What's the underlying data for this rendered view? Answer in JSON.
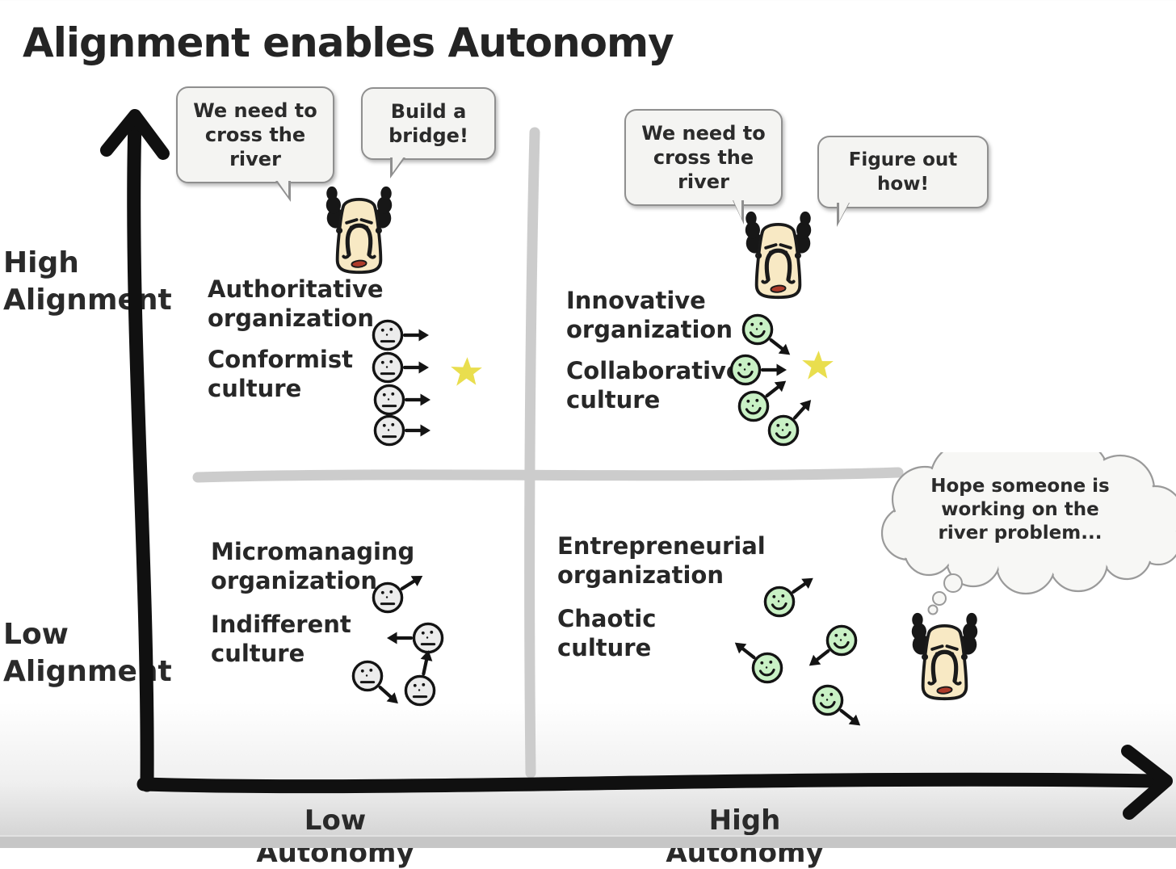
{
  "title": "Alignment enables Autonomy",
  "axis": {
    "y_high_label": "High Alignment",
    "y_low_label": "Low Alignment",
    "x_low_label": "Low Autonomy",
    "x_high_label": "High Autonomy"
  },
  "quadrants": {
    "top_left": {
      "organization": "Authoritative organization",
      "culture": "Conformist culture"
    },
    "top_right": {
      "organization": "Innovative organization",
      "culture": "Collaborative culture"
    },
    "bottom_left": {
      "organization": "Micromanaging organization",
      "culture": "Indifferent culture"
    },
    "bottom_right": {
      "organization": "Entrepreneurial organization",
      "culture": "Chaotic culture"
    }
  },
  "bubbles": {
    "top_left_need": "We need to cross the river",
    "top_left_directive": "Build a bridge!",
    "top_right_need": "We need to cross the river",
    "top_right_directive": "Figure out how!",
    "bottom_right_thought": "Hope someone is working on the river problem..."
  },
  "icons": {
    "boss-icon": "grumpy-manager-face",
    "neutral-face-icon": "😐",
    "happy-face-icon": "🙂",
    "star-icon": "★",
    "arrow-icon": "→",
    "thought-cloud-icon": "💭"
  },
  "colors": {
    "ink": "#242424",
    "axis": "#111111",
    "quadrant_divider": "#cccccc",
    "bubble_fill": "#f4f4f2",
    "bubble_border": "#8f8f8f",
    "neutral_face_fill": "#ececec",
    "happy_face_fill": "#c9f1c5",
    "boss_skin": "#f8e9c4",
    "boss_mouth": "#ae3b2a",
    "goal_star": "#e9de4e"
  }
}
